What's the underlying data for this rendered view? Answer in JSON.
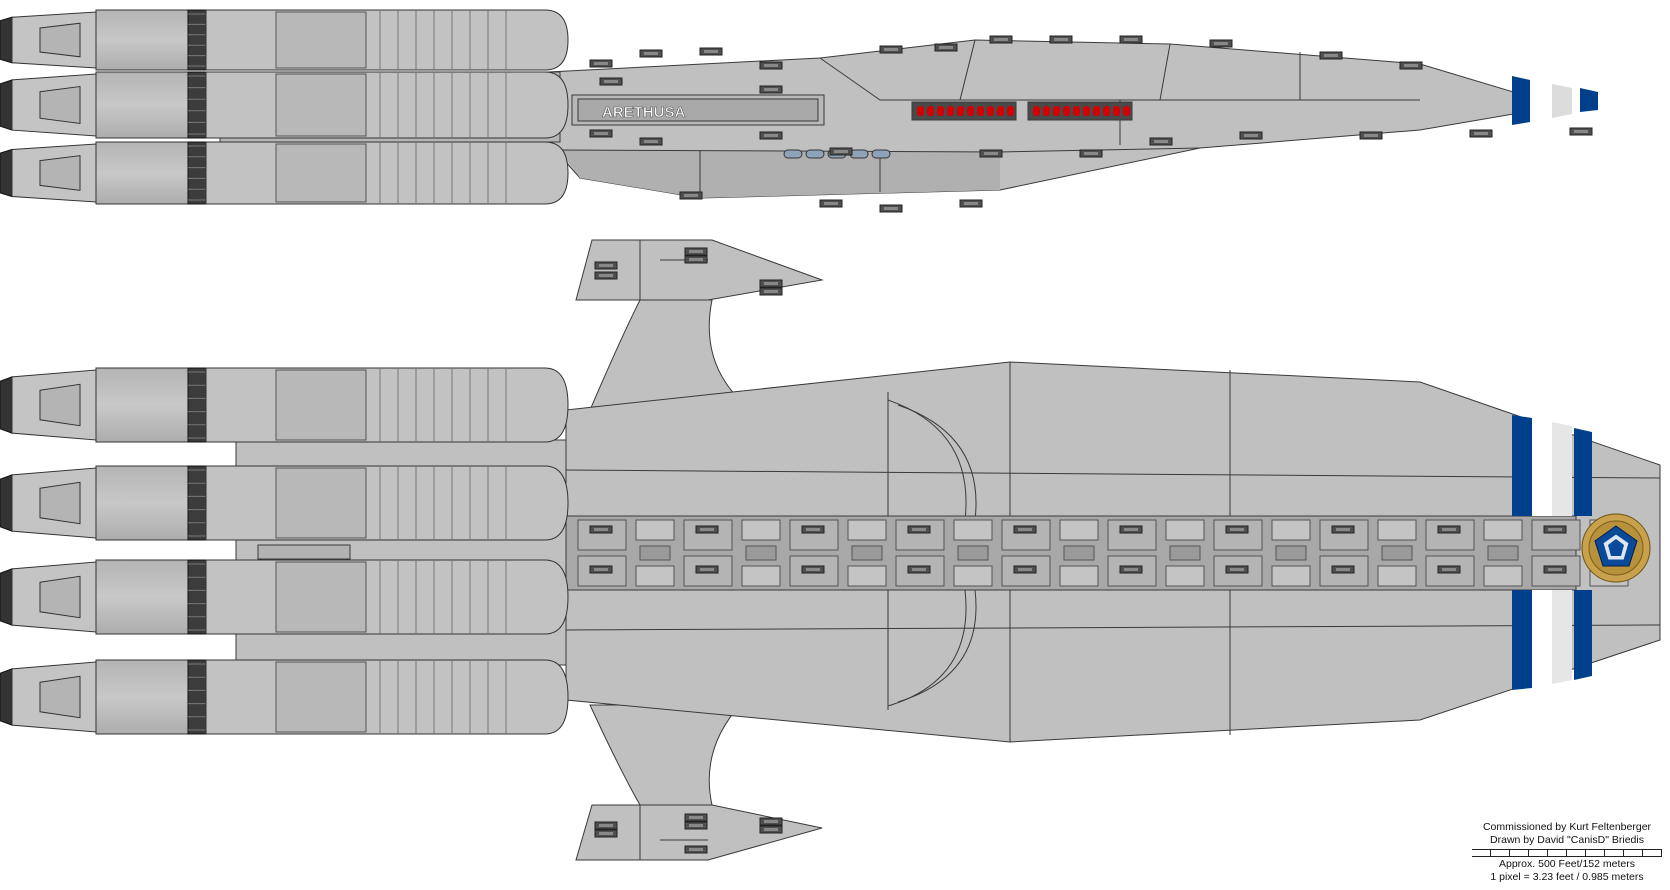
{
  "ship": {
    "name": "ARETHUSA",
    "hull_color": "#c0c0c0",
    "stripe_blue": "#003f8c",
    "stripe_white": "#ffffff",
    "port_light_color": "#d40000"
  },
  "views": [
    {
      "name": "side-profile-view"
    },
    {
      "name": "top-down-view"
    }
  ],
  "emblem": {
    "name": "pentagon-emblem",
    "ring_color": "#c8a24a",
    "shape_color": "#0a4a9a"
  },
  "credits": {
    "commissioned": "Commissioned by Kurt Feltenberger",
    "drawn": "Drawn by David \"CanisD\" Briedis",
    "scale_size": "Approx. 500 Feet/152 meters",
    "scale_pixel": "1 pixel = 3.23 feet / 0.985 meters"
  }
}
